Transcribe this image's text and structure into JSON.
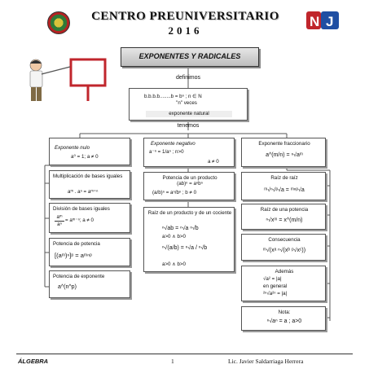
{
  "header": {
    "title": "CENTRO PREUNIVERSITARIO",
    "year": "2016",
    "logo_right_text": "NJ"
  },
  "diagram": {
    "main_title": "EXPONENTES Y RADICALES",
    "definimos": "definimos",
    "definition": {
      "formula": "b.b.b.b........b = bⁿ ;      n ∈ N",
      "veces": "\"n\" veces",
      "caption": "exponente natural"
    },
    "tenemos": "tenemos",
    "col1": {
      "nulo": {
        "title": "Exponente nulo",
        "formula": "a⁰ = 1;  a ≠ 0"
      },
      "multiplicacion": {
        "title": "Multiplicación de bases iguales",
        "formula": "aᵐ . aⁿ = aᵐ⁺ⁿ"
      },
      "division": {
        "title": "División de bases iguales",
        "lhs_num": "aᵐ",
        "lhs_den": "aⁿ",
        "rhs": "= aᵐ⁻ⁿ; a ≠ 0"
      },
      "potencia": {
        "title": "Potencia de potencia",
        "formula": "[(aᵐ)ⁿ]ᵖ = aᵐⁿᵖ"
      },
      "exponente": {
        "title": "Potencia de exponente",
        "formula": "a^(n^p)"
      }
    },
    "col2": {
      "negativo": {
        "title": "Exponente negativo",
        "formula": "a⁻ⁿ = 1/aⁿ ;    n>0",
        "cond": "a ≠ 0"
      },
      "producto": {
        "title": "Potencia de un producto",
        "formula": "(ab)ⁿ = aⁿbⁿ",
        "cociente": "(a/b)ⁿ = aⁿ/bⁿ ; b ≠ 0"
      },
      "raiz": {
        "title": "Raíz de un producto y de un cociente",
        "f1": "ⁿ√ab = ⁿ√a ⁿ√b",
        "c1": "a>0  ∧  b>0",
        "f2": "ⁿ√(a/b) = ⁿ√a / ⁿ√b",
        "c2": "a>0 ∧ b>0"
      }
    },
    "col3": {
      "fraccionario": {
        "title": "Exponente fraccionario",
        "formula": "a^(m/n) = ⁿ√aᵐ"
      },
      "raiz_raiz": {
        "title": "Raíz de raíz",
        "formula": "ᵐ√ⁿ√ᵖ√a = ᵐⁿᵖ√a"
      },
      "raiz_potencia": {
        "title": "Raíz de una potencia",
        "formula": "ⁿ√xᵐ = x^(m/n)"
      },
      "consecuencia": {
        "title": "Consecuencia",
        "formula": "ᵐ√(xᵃ ⁿ√(xᵇ ᵖ√xᶜ))"
      },
      "ademas": {
        "title": "Además",
        "f1": "√a² = |a|",
        "mid": "en general",
        "f2": "²ⁿ√a²ⁿ = |a|"
      },
      "nota": {
        "title": "Nota:",
        "formula": "ⁿ√aⁿ = a ; a>0"
      }
    }
  },
  "footer": {
    "subject": "ÁLGEBRA",
    "page": "1",
    "author": "Lic. Javier Saldarriaga Herrera"
  }
}
